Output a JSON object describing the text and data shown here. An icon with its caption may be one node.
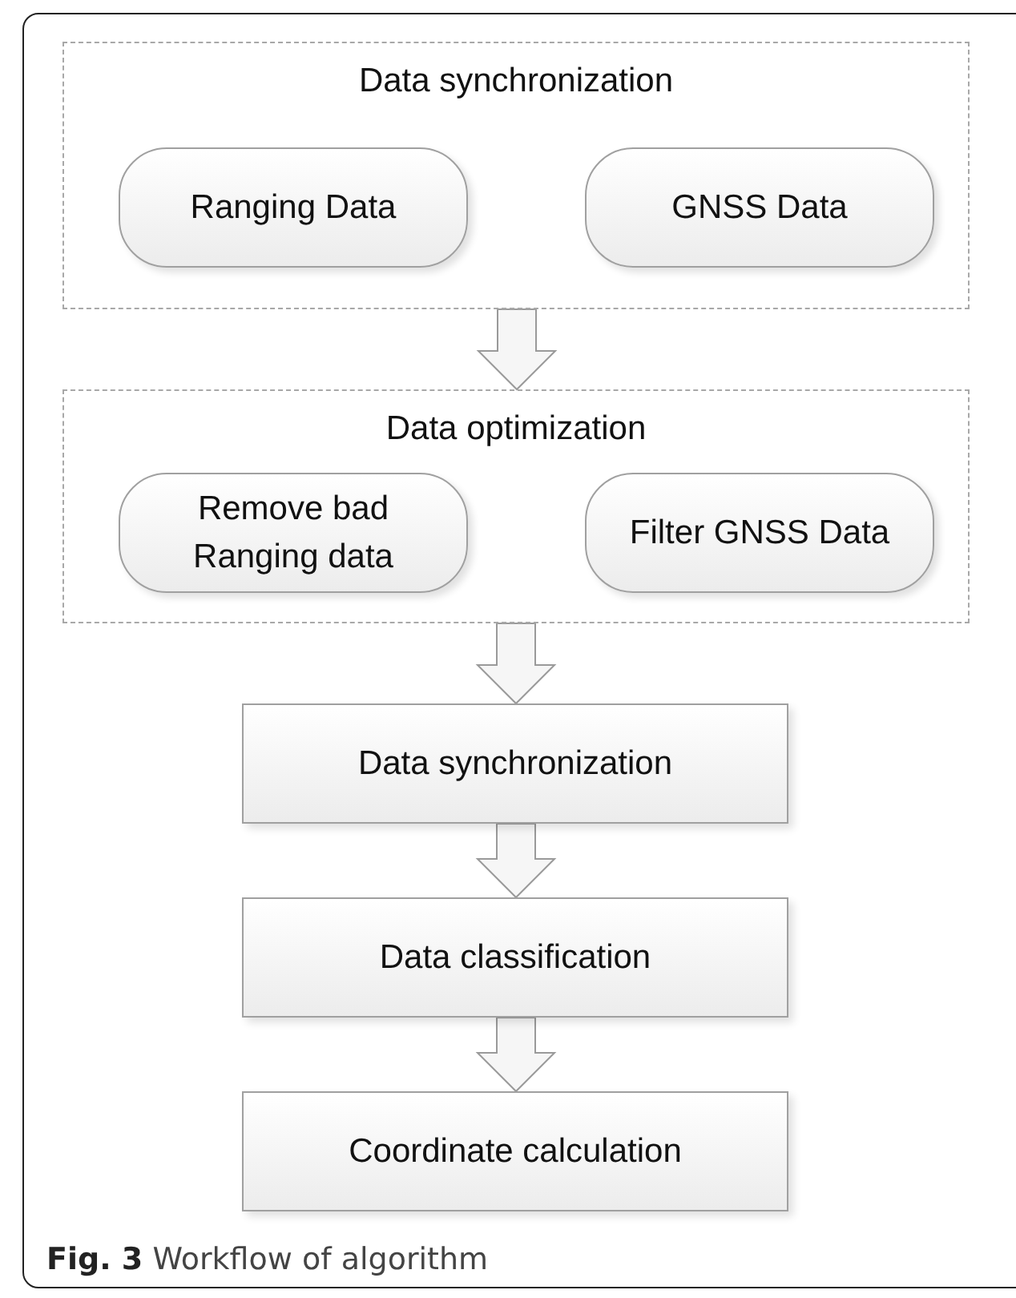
{
  "diagram": {
    "caption": "**Fig. 3** Workflow of algorithm",
    "nodes": [
      {
        "text": [
          "Data synchronization"
        ]
      },
      {
        "text": [
          "Ranging Data"
        ],
        "in": 0
      },
      {
        "text": [
          "GNSS Data"
        ],
        "in": 0
      },
      {
        "text": [
          "Data optimization"
        ]
      },
      {
        "text": [
          "Remove bad Ranging data"
        ],
        "in": 3
      },
      {
        "text": [
          "Filter GNSS Data"
        ],
        "in": 3
      },
      {
        "text": [
          "Data synchronization"
        ]
      },
      {
        "text": [
          "Data classification"
        ]
      },
      {
        "text": [
          "Coordinate calculation"
        ]
      }
    ],
    "edges": [
      {
        "from": 0,
        "to": 3,
        "arrow": "to"
      },
      {
        "from": 3,
        "to": 6,
        "arrow": "to"
      },
      {
        "from": 6,
        "to": 7,
        "arrow": "to"
      },
      {
        "from": 7,
        "to": 8,
        "arrow": "to"
      }
    ]
  }
}
